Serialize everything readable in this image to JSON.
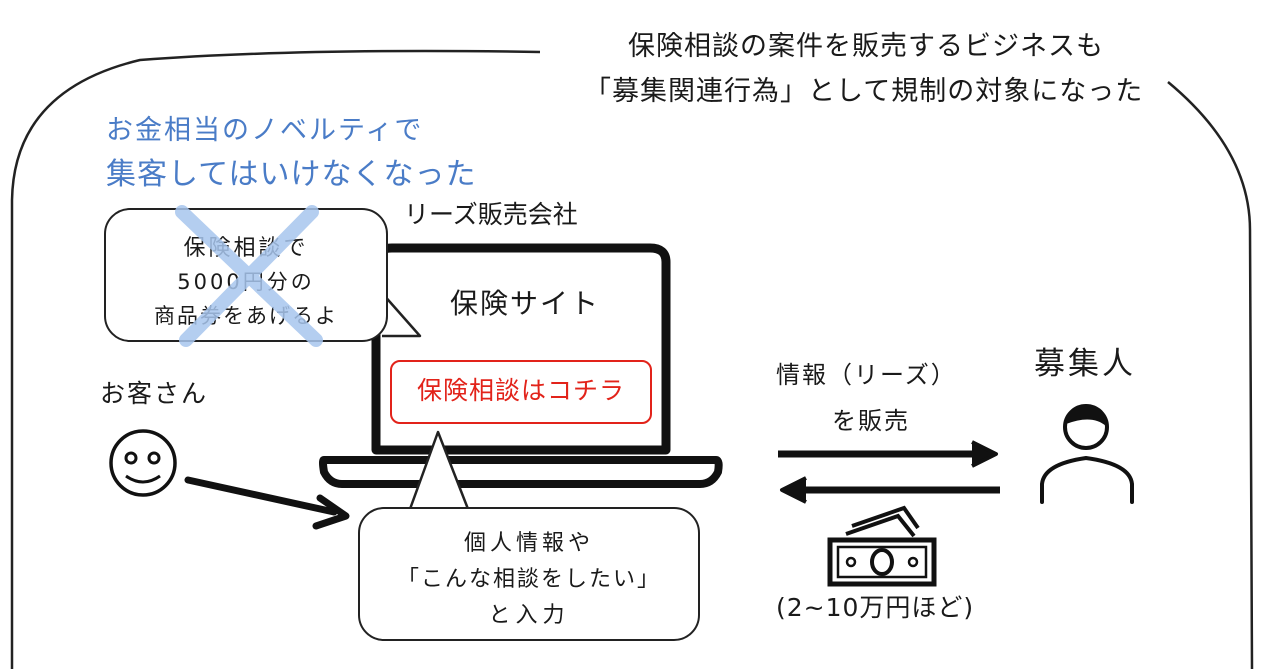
{
  "headline": {
    "line1": "保険相談の案件を販売するビジネスも",
    "line2": "「募集関連行為」として規制の対象になった"
  },
  "novelty_note": {
    "line1": "お金相当のノベルティで",
    "line2": "集客してはいけなくなった",
    "color": "#4a7cc7"
  },
  "lead_company_label": "リーズ販売会社",
  "gift_bubble": {
    "line1": "保険相談で",
    "line2": "5000円分の",
    "line3": "商品券をあげるよ",
    "cross_color": "#a8c6ee"
  },
  "laptop": {
    "site_title": "保険サイト",
    "cta_button": "保険相談はコチラ",
    "cta_color": "#e2231a"
  },
  "customer_label": "お客さん",
  "input_bubble": {
    "line1": "個人情報や",
    "line2": "「こんな相談をしたい」",
    "line3": "と入力"
  },
  "transfer_label": {
    "line1": "情報（リーズ）",
    "line2": "を販売"
  },
  "recruiter_label": "募集人",
  "payment_label": "(2~10万円ほど)"
}
